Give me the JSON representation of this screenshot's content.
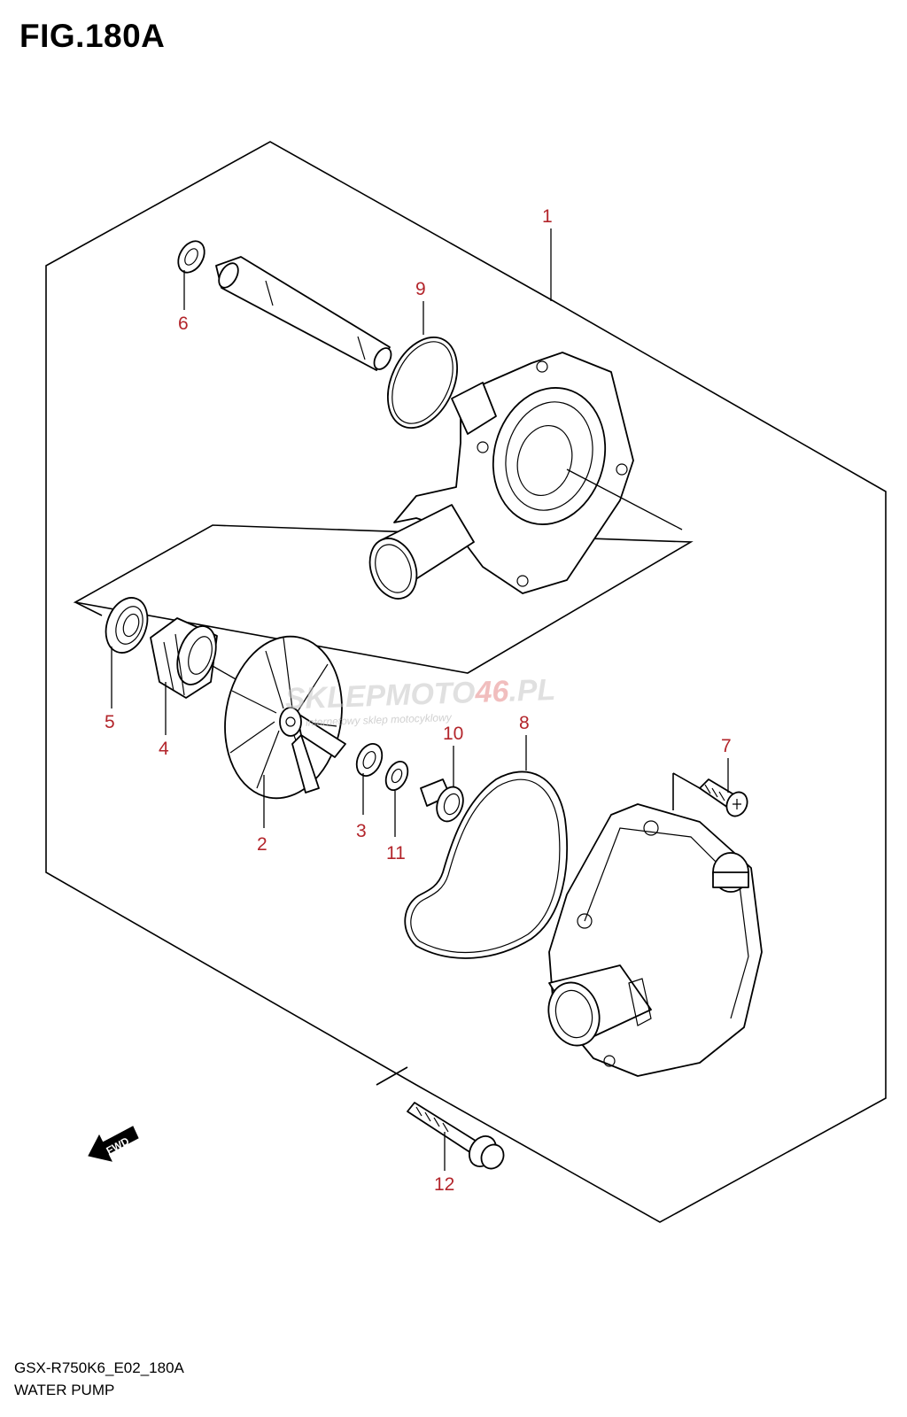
{
  "figure": {
    "title": "FIG.180A",
    "model_code": "GSX-R750K6_E02_180A",
    "section_name": "WATER PUMP"
  },
  "callouts": [
    {
      "id": "1"
    },
    {
      "id": "2"
    },
    {
      "id": "3"
    },
    {
      "id": "4"
    },
    {
      "id": "5"
    },
    {
      "id": "6"
    },
    {
      "id": "7"
    },
    {
      "id": "8"
    },
    {
      "id": "9"
    },
    {
      "id": "10"
    },
    {
      "id": "11"
    },
    {
      "id": "12"
    }
  ],
  "direction_marker": "FWD",
  "watermark": {
    "text_a": "SKLEPMOTO",
    "text_b": "46",
    "text_c": ".PL",
    "tagline": "internetowy sklep motocyklowy"
  },
  "colors": {
    "callout": "#b3252b",
    "lines": "#000000",
    "background": "#ffffff"
  }
}
